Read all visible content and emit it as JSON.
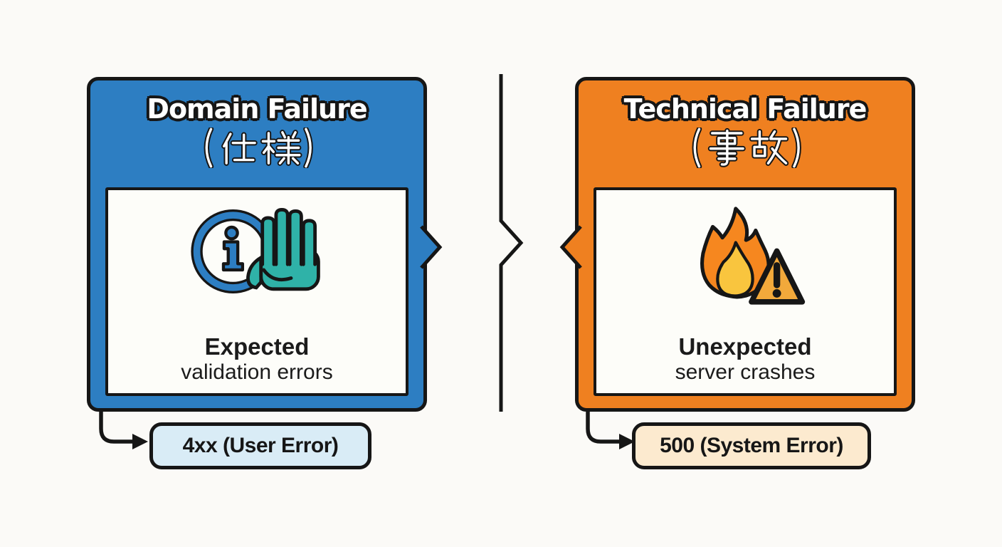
{
  "page": {
    "background": "#fbfaf7",
    "outline_color": "#161616"
  },
  "divider": {
    "shape": "vertical-line-with-right-chevron",
    "color": "#161616"
  },
  "cards": [
    {
      "title": "Domain Failure",
      "subtitle": "（仕様）",
      "accent_color": "#2d7ec2",
      "icon": "info-stop-hand-icon",
      "icon_colors": {
        "info_blue": "#2d7ec2",
        "hand_teal": "#2fb2a8",
        "circle_bg": "#fdfdf9"
      },
      "emphasis": "Expected",
      "description": "validation errors",
      "badge": {
        "label": "4xx (User Error)",
        "background": "#d9ecf6"
      }
    },
    {
      "title": "Technical Failure",
      "subtitle": "（事故）",
      "accent_color": "#ef8020",
      "icon": "fire-warning-icon",
      "icon_colors": {
        "flame_orange": "#f6871f",
        "flame_inner_yellow": "#f9c53e",
        "warning_triangle_yellow": "#f2a93b"
      },
      "emphasis": "Unexpected",
      "description": "server crashes",
      "badge": {
        "label": "500 (System Error)",
        "background": "#fceacf"
      }
    }
  ]
}
